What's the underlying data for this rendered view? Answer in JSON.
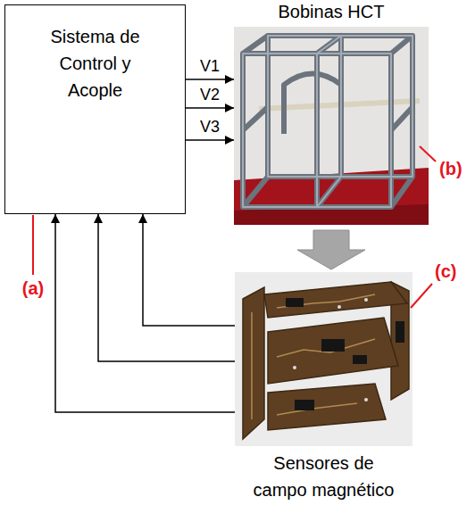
{
  "diagram": {
    "nodes": [
      {
        "text": [
          "Sistema de Control y Acople"
        ]
      },
      {
        "text": [
          "Bobinas HCT"
        ]
      },
      {
        "text": [
          "Sensores de campo magnético"
        ]
      }
    ],
    "edges": [
      {
        "from": 0,
        "to": 1,
        "arrow": "to",
        "label": "V1"
      },
      {
        "from": 0,
        "to": 1,
        "arrow": "to",
        "label": "V2"
      },
      {
        "from": 0,
        "to": 1,
        "arrow": "to",
        "label": "V3"
      },
      {
        "from": 2,
        "to": 0,
        "arrow": "to"
      },
      {
        "from": 2,
        "to": 0,
        "arrow": "to"
      },
      {
        "from": 2,
        "to": 0,
        "arrow": "to"
      },
      {
        "from": 1,
        "to": 2,
        "arrow": "to"
      }
    ],
    "labels": [
      "(a)",
      "(b)",
      "(c)"
    ]
  }
}
